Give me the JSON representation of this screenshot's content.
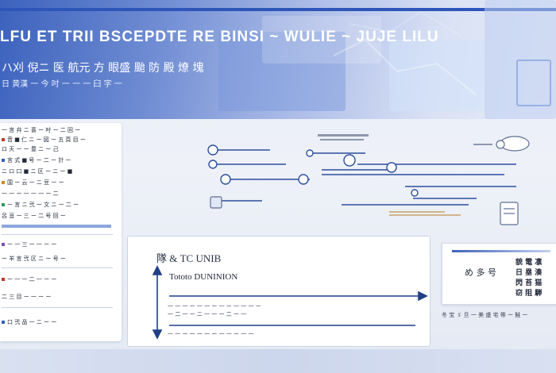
{
  "hero": {
    "title": "LFU ET TRII BSCEPDTE RE BINSI ~ WULIE ~ JUJE LILU",
    "subtitle": "ハ刈 倪ニ 医 航元 方 眼盛 颱 防 殿 燎 塊",
    "caption": "日 黄漢 一 今 吋 一 一 一 臼 字 一"
  },
  "left_panel": {
    "rows": [
      "一 言 弁 ニ 喜 ー 吋 ー 二 回 ー",
      "音 ■ 仁 ニ ー 図 ー 五 頁 目 ー",
      "ロ 天 ー ー 豊 ニ ー 己",
      "言 式 ■ 号 ー 二 ー 計 ー",
      "ニ ロ 口 ■ ニ 区 ー ニ ー ■",
      "国 ー 云 ー ニ 豆 ー ー",
      "一 一 ー 一 一 一 ー 二",
      "ー 言 ニ 弐 ー 文 ニ ー 二 ー",
      "呂 亘 ー 三 ー 二 号 回 ー",
      "ー 一 三 ー 一 ー ー",
      "ー 羊 言 弐 区 ニ ー 号 ー",
      "ー 一 ー 二 一 ー ー",
      "二 三 目 ー 一 ー ー",
      "口 弐 品 一 ニ ー ー"
    ],
    "colors": [
      "#c0392b",
      "#2f5fbf",
      "#d68a1a",
      "#2a9d5a",
      "#7d4bb5"
    ]
  },
  "main_panel": {
    "label": "隊 & TC UNIB",
    "heading": "Tototo DUNINION",
    "rows": [
      "一 一 一 ー 一 一 ー 一 ー 一 一 一 ー",
      "一 二 一 ー ニ 一 一 ー 二 ー 一",
      "一 一 ー 一 一 一 ー 一 一 ー 一 一"
    ]
  },
  "right_panel": {
    "label": "め 多 号",
    "lines": [
      "貌 電 凛",
      "日 塁 湊",
      "閃 苔 猫",
      "窃 阻 騨"
    ]
  },
  "footnote": "冬 宝 ゞ 旦 一 美 盛 宅 帯 ー 鮭 ー",
  "colors": {
    "accent": "#2e55b8",
    "flow_line": "#2b4f9e",
    "tan_line": "#c9a468"
  }
}
